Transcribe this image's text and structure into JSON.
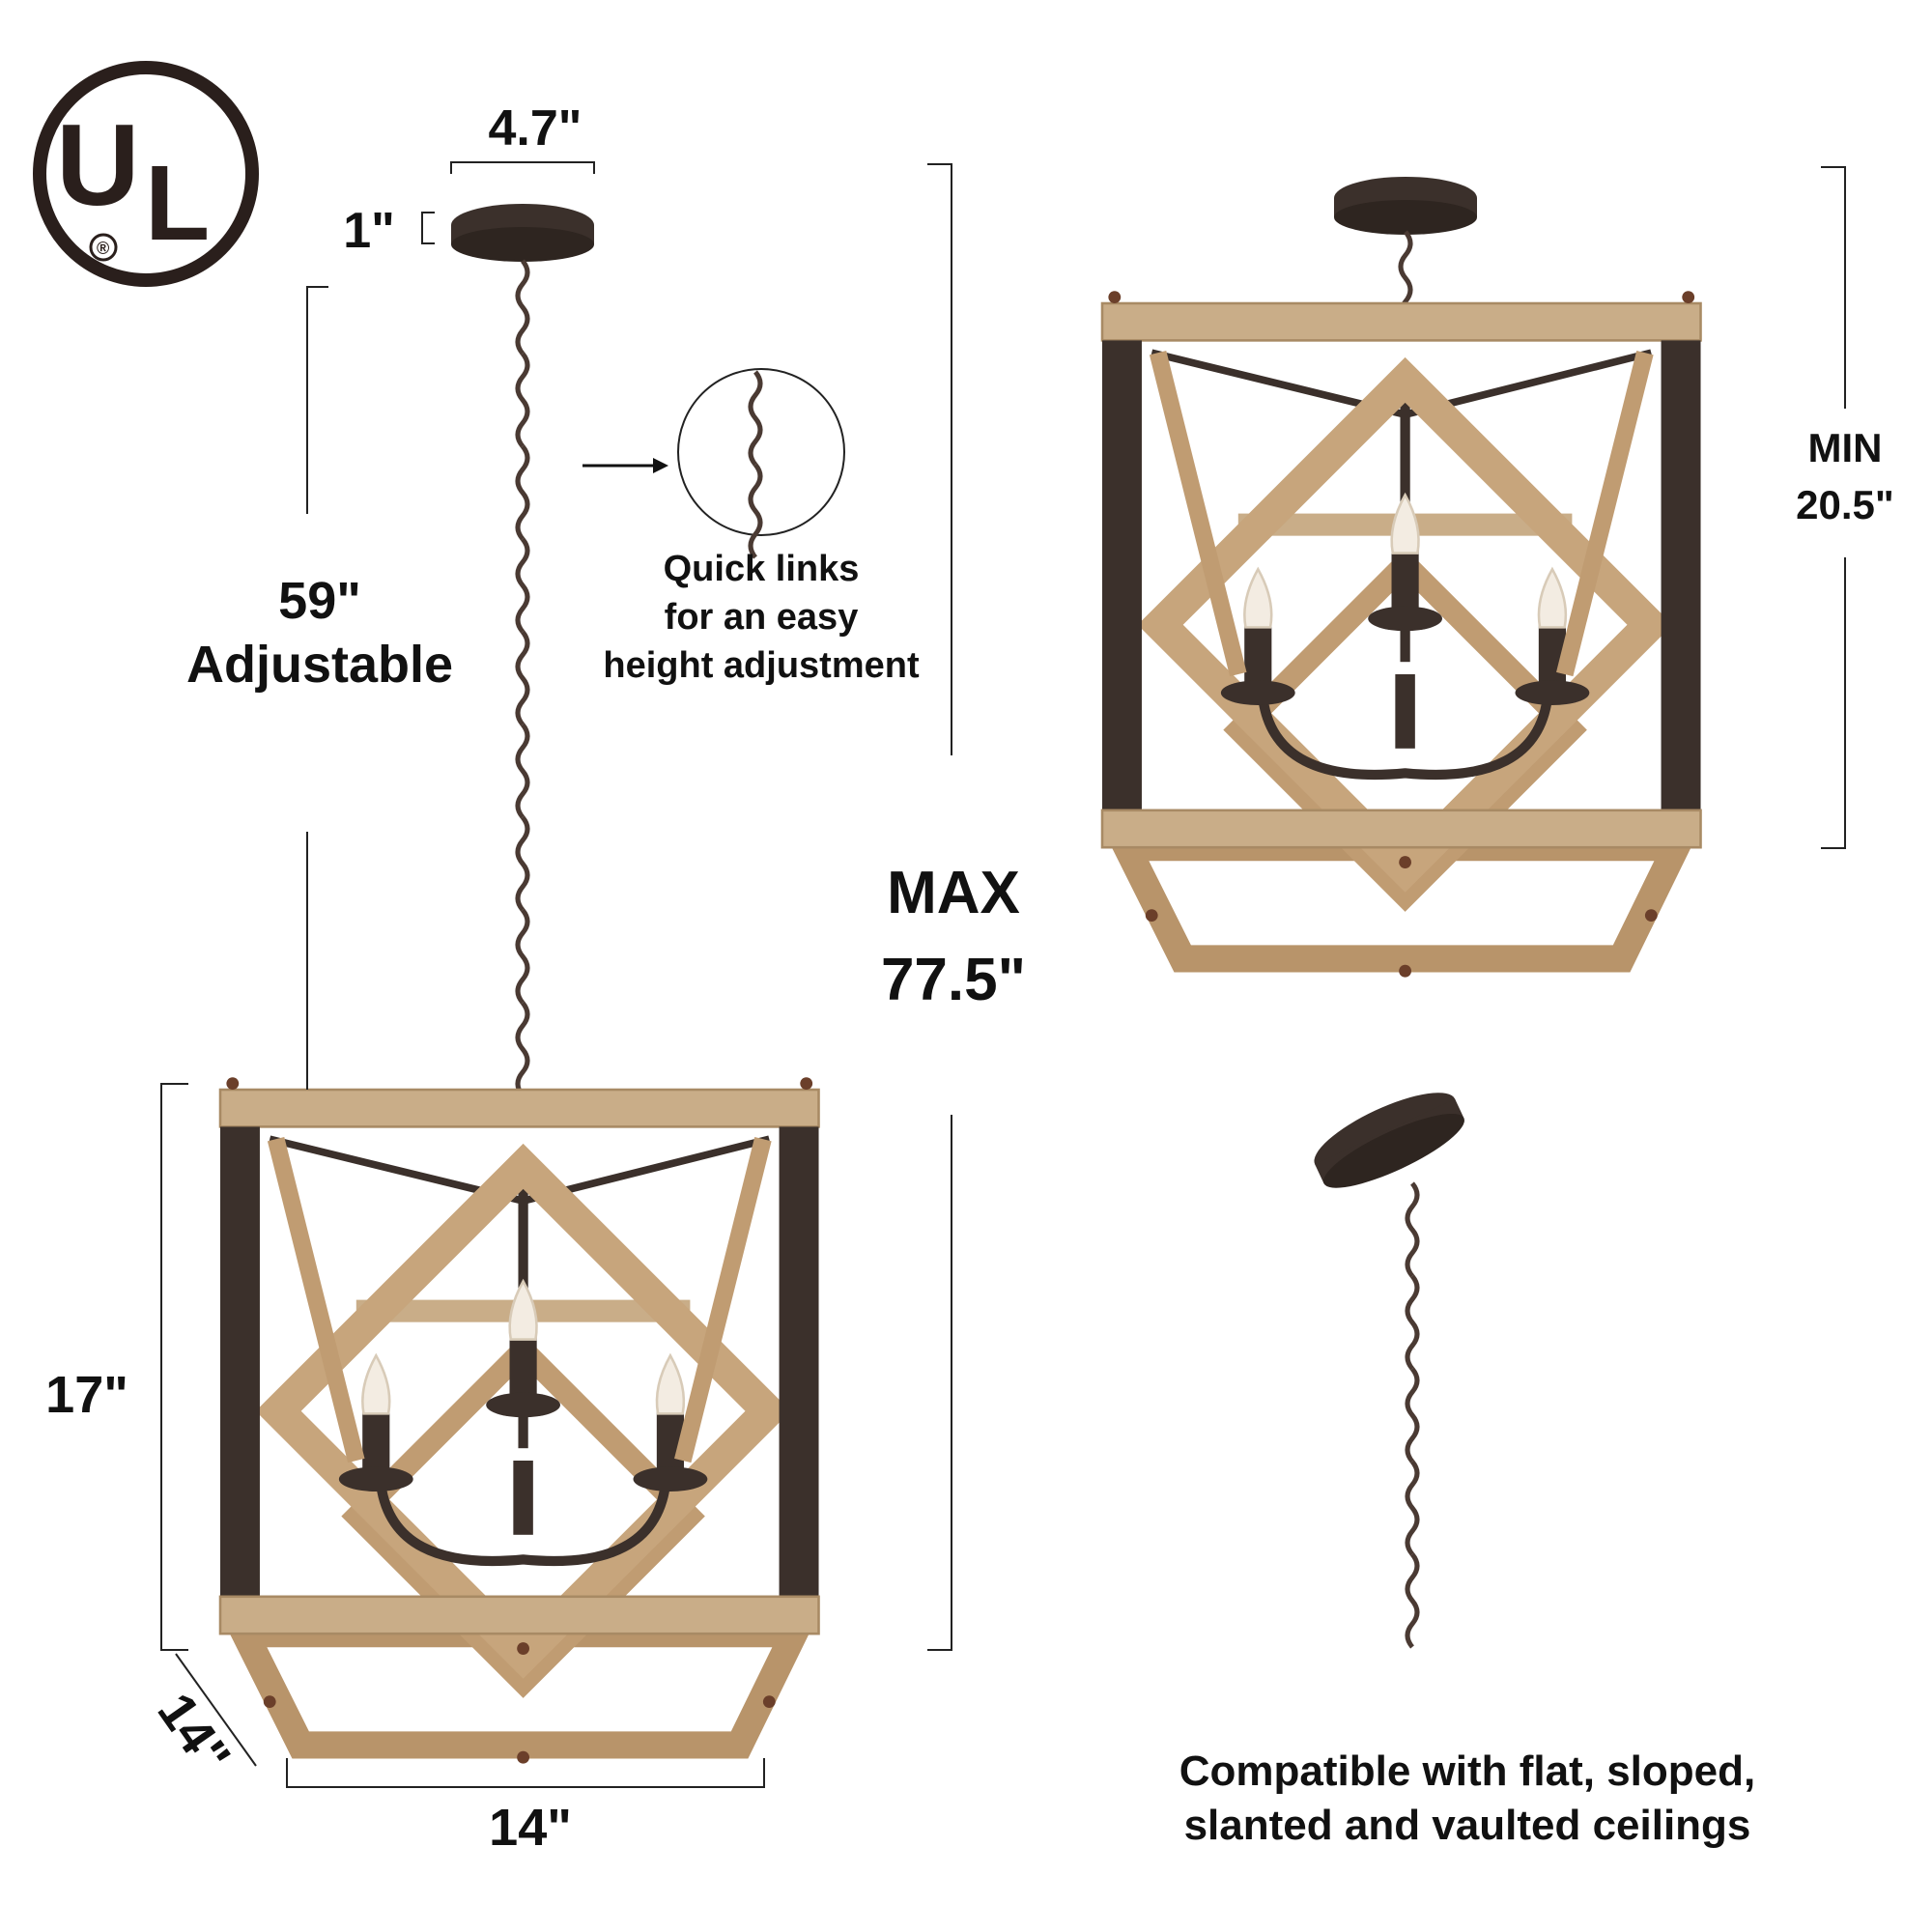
{
  "certification": {
    "logo_text": "UL",
    "registered_mark": "®"
  },
  "dimensions": {
    "canopy_width": "4.7\"",
    "canopy_height": "1\"",
    "chain_length": "59\"",
    "chain_label": "Adjustable",
    "max_label": "MAX",
    "max_height": "77.5\"",
    "min_label": "MIN",
    "min_height": "20.5\"",
    "body_height": "17\"",
    "body_width": "14\"",
    "body_depth": "14\""
  },
  "callouts": {
    "quick_links": [
      "Quick links",
      "for an easy",
      "height adjustment"
    ],
    "compatibility": [
      "Compatible with flat, sloped,",
      "slanted and vaulted ceilings"
    ]
  },
  "colors": {
    "wood": "#c7a57c",
    "metal": "#3b302b",
    "text": "#111111"
  }
}
